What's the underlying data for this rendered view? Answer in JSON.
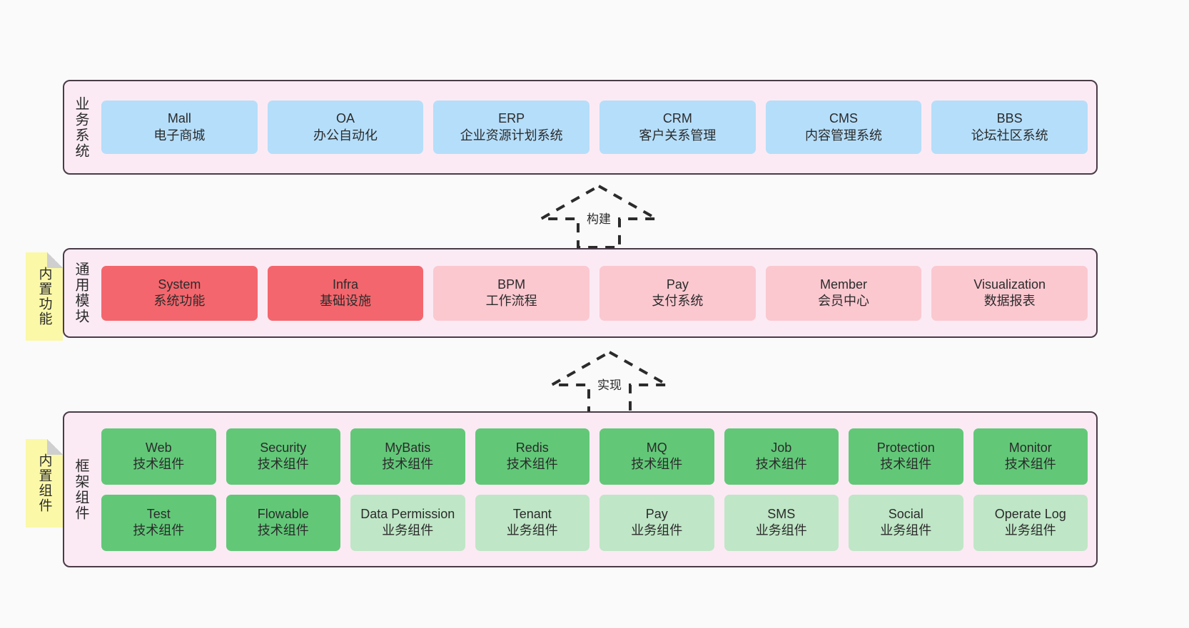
{
  "diagram": {
    "background_color": "#fafafa",
    "layer_band_color": "#fbeaf4",
    "layer_border_color": "#4a3b47",
    "note_color": "#fbf8a8"
  },
  "layers": [
    {
      "id": "business",
      "title": "业务系统",
      "card_color": "#b5defa",
      "rows": [
        [
          {
            "en": "Mall",
            "cn": "电子商城"
          },
          {
            "en": "OA",
            "cn": "办公自动化"
          },
          {
            "en": "ERP",
            "cn": "企业资源计划系统"
          },
          {
            "en": "CRM",
            "cn": "客户关系管理"
          },
          {
            "en": "CMS",
            "cn": "内容管理系统"
          },
          {
            "en": "BBS",
            "cn": "论坛社区系统"
          }
        ]
      ]
    },
    {
      "id": "modules",
      "title": "通用模块",
      "rows": [
        [
          {
            "en": "System",
            "cn": "系统功能",
            "color": "#f4666d"
          },
          {
            "en": "Infra",
            "cn": "基础设施",
            "color": "#f4666d"
          },
          {
            "en": "BPM",
            "cn": "工作流程",
            "color": "#fbc8d0"
          },
          {
            "en": "Pay",
            "cn": "支付系统",
            "color": "#fbc8d0"
          },
          {
            "en": "Member",
            "cn": "会员中心",
            "color": "#fbc8d0"
          },
          {
            "en": "Visualization",
            "cn": "数据报表",
            "color": "#fbc8d0"
          }
        ]
      ]
    },
    {
      "id": "framework",
      "title": "框架组件",
      "rows": [
        [
          {
            "en": "Web",
            "cn": "技术组件",
            "color": "#62c878"
          },
          {
            "en": "Security",
            "cn": "技术组件",
            "color": "#62c878"
          },
          {
            "en": "MyBatis",
            "cn": "技术组件",
            "color": "#62c878"
          },
          {
            "en": "Redis",
            "cn": "技术组件",
            "color": "#62c878"
          },
          {
            "en": "MQ",
            "cn": "技术组件",
            "color": "#62c878"
          },
          {
            "en": "Job",
            "cn": "技术组件",
            "color": "#62c878"
          },
          {
            "en": "Protection",
            "cn": "技术组件",
            "color": "#62c878"
          },
          {
            "en": "Monitor",
            "cn": "技术组件",
            "color": "#62c878"
          }
        ],
        [
          {
            "en": "Test",
            "cn": "技术组件",
            "color": "#62c878"
          },
          {
            "en": "Flowable",
            "cn": "技术组件",
            "color": "#62c878"
          },
          {
            "en": "Data Permission",
            "cn": "业务组件",
            "color": "#bfe6c6"
          },
          {
            "en": "Tenant",
            "cn": "业务组件",
            "color": "#bfe6c6"
          },
          {
            "en": "Pay",
            "cn": "业务组件",
            "color": "#bfe6c6"
          },
          {
            "en": "SMS",
            "cn": "业务组件",
            "color": "#bfe6c6"
          },
          {
            "en": "Social",
            "cn": "业务组件",
            "color": "#bfe6c6"
          },
          {
            "en": "Operate Log",
            "cn": "业务组件",
            "color": "#bfe6c6"
          }
        ]
      ]
    }
  ],
  "notes": [
    {
      "id": "builtin-func",
      "label": "内置功能"
    },
    {
      "id": "builtin-comp",
      "label": "内置组件"
    }
  ],
  "arrows": [
    {
      "id": "build",
      "label": "构建",
      "direction": "up",
      "style": "dashed-hollow"
    },
    {
      "id": "impl",
      "label": "实现",
      "direction": "up",
      "style": "dashed-hollow"
    }
  ]
}
